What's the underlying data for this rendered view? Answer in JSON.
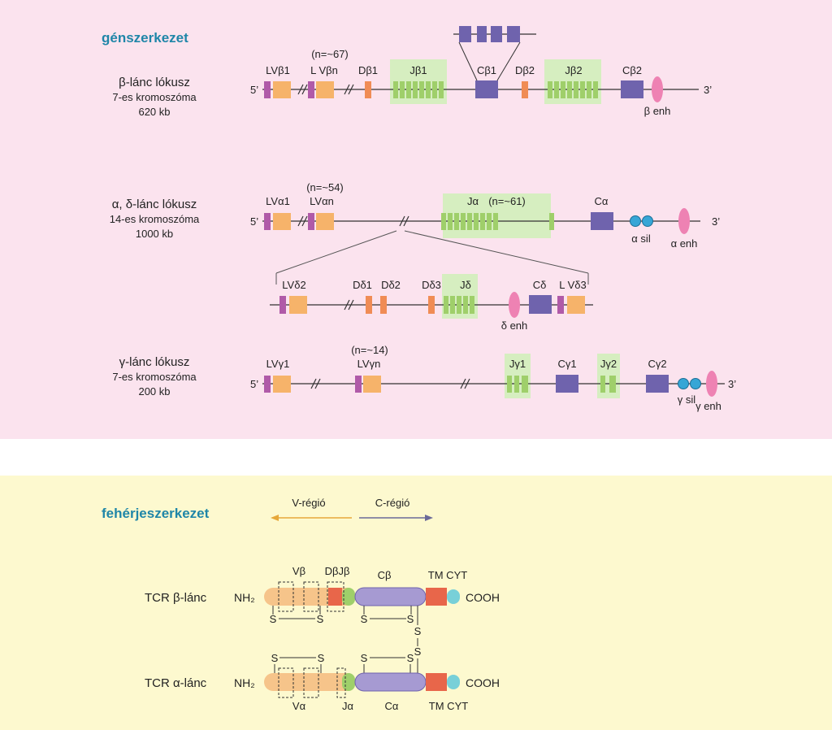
{
  "headings": {
    "gene": "génszerkezet",
    "protein": "fehérjeszerkezet"
  },
  "loci": {
    "beta": {
      "name": "β-lánc lókusz",
      "chromosome": "7-es kromoszóma",
      "size": "620 kb"
    },
    "alpha_delta": {
      "name": "α, δ-lánc lókusz",
      "chromosome": "14-es kromoszóma",
      "size": "1000 kb"
    },
    "gamma": {
      "name": "γ-lánc lókusz",
      "chromosome": "7-es kromoszóma",
      "size": "200 kb"
    }
  },
  "gene_labels": {
    "five_prime": "5’",
    "three_prime": "3’",
    "beta": {
      "lv1": "LVβ1",
      "lvn": "L Vβn",
      "count_v": "(n=~67)",
      "d1": "Dβ1",
      "j1": "Jβ1",
      "c1": "Cβ1",
      "d2": "Dβ2",
      "j2": "Jβ2",
      "c2": "Cβ2",
      "enh": "β enh"
    },
    "alpha": {
      "lv1": "LVα1",
      "lvn": "LVαn",
      "count_v": "(n=~54)",
      "j": "Jα",
      "count_j": "(n=~61)",
      "c": "Cα",
      "sil": "α sil",
      "enh": "α enh"
    },
    "delta": {
      "lv2": "LVδ2",
      "d1": "Dδ1",
      "d2": "Dδ2",
      "d3": "Dδ3",
      "j": "Jδ",
      "c": "Cδ",
      "lv3": "L Vδ3",
      "enh": "δ enh"
    },
    "gamma": {
      "lv1": "LVγ1",
      "lvn": "LVγn",
      "count_v": "(n=~14)",
      "j1": "Jγ1",
      "c1": "Cγ1",
      "j2": "Jγ2",
      "c2": "Cγ2",
      "sil": "γ sil",
      "enh": "γ enh"
    }
  },
  "protein": {
    "v_region": "V-régió",
    "c_region": "C-régió",
    "beta_chain": "TCR β-lánc",
    "alpha_chain": "TCR α-lánc",
    "nh2": "NH₂",
    "cooh": "COOH",
    "tm_cyt": "TM CYT",
    "s": "S",
    "beta_labels": {
      "v": "Vβ",
      "dj": "DβJβ",
      "c": "Cβ"
    },
    "alpha_labels": {
      "v": "Vα",
      "j": "Jα",
      "c": "Cα"
    }
  },
  "colors": {
    "leader": "#b05aa8",
    "v_gene": "#f6b36a",
    "d_gene": "#f08c55",
    "j_gene": "#9fcf6a",
    "j_region_bg": "#d6eec0",
    "c_gene": "#6f63ad",
    "enhancer": "#ee82b3",
    "silencer": "#37a6d6",
    "heading": "#1f86a8",
    "top_bg": "#fbe3ee",
    "bottom_bg": "#fdf9cf",
    "v_arrow": "#e6a83a",
    "c_arrow": "#6b6a99",
    "tm": "#e8664a",
    "cyt": "#78d0d8",
    "v_domain": "#f6c48a",
    "c_domain": "#a69ad2"
  }
}
